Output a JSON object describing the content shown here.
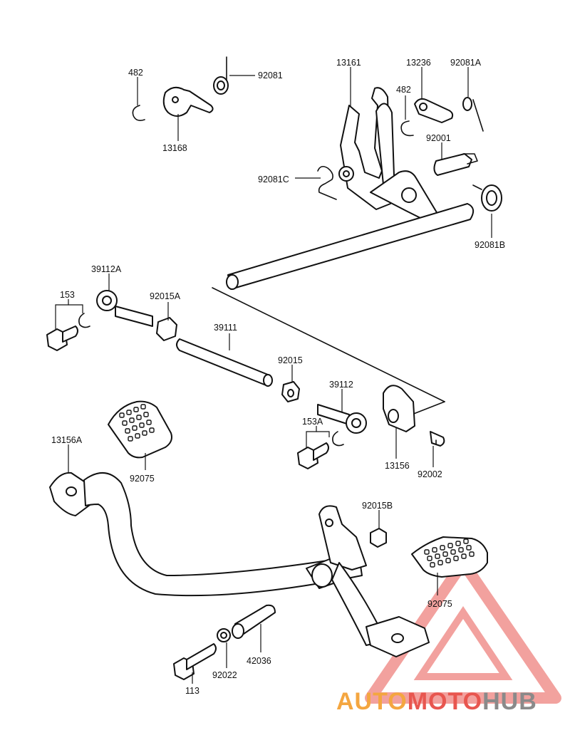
{
  "labels": {
    "p482a": "482",
    "p13168": "13168",
    "p92081": "92081",
    "p13161": "13161",
    "p13236": "13236",
    "p92081A": "92081A",
    "p482b": "482",
    "p92001": "92001",
    "p92081C": "92081C",
    "p92081B": "92081B",
    "p39112A": "39112A",
    "p153": "153",
    "p92015A": "92015A",
    "p39111": "39111",
    "p92015": "92015",
    "p39112": "39112",
    "p153A": "153A",
    "p13156": "13156",
    "p92002": "92002",
    "p13156A": "13156A",
    "p92075a": "92075",
    "p92015B": "92015B",
    "p92075b": "92075",
    "p113": "113",
    "p92022": "92022",
    "p42036": "42036"
  },
  "watermark": {
    "part1": "AUTO",
    "part2": "MOTO",
    "part3": "HUB",
    "color_orange": "#f4a640",
    "color_red": "#e8564f",
    "color_gray": "#8a8a8a"
  }
}
